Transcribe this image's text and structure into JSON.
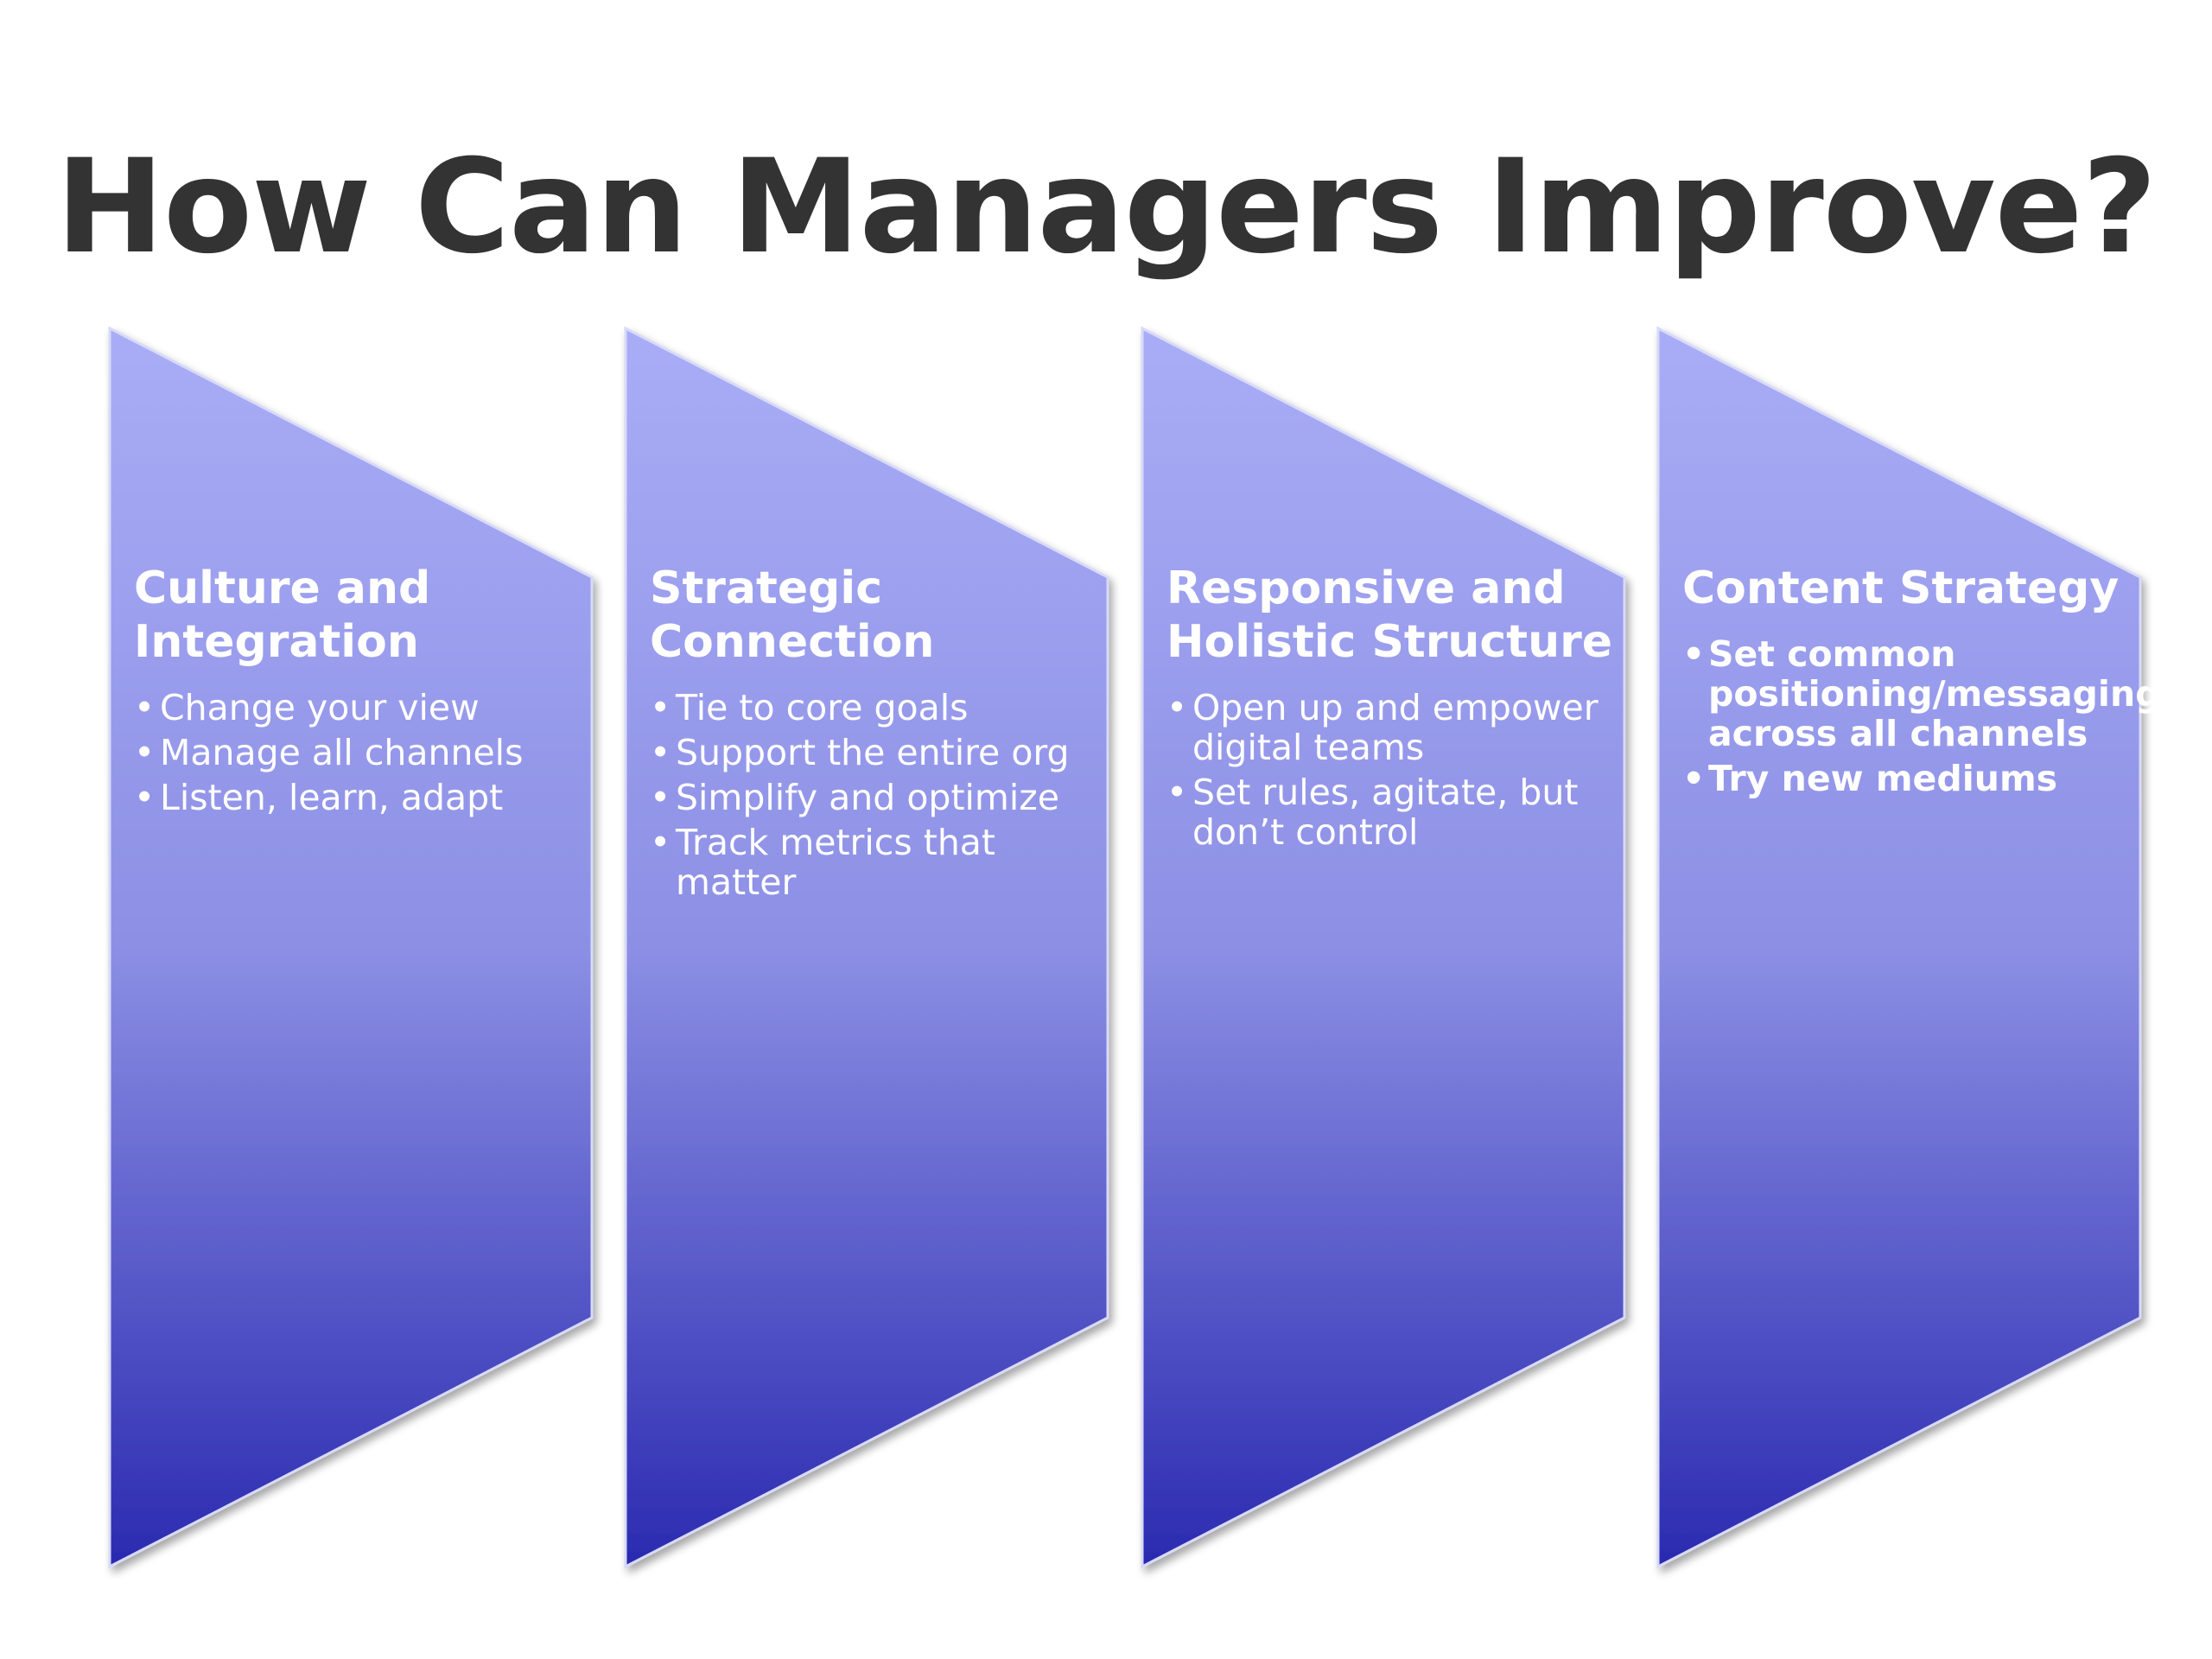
{
  "title": "How Can Managers Improve?",
  "colors": {
    "gradient_top": "#A9ADF6",
    "gradient_mid": "#8C8FE4",
    "gradient_bottom": "#2A2AB0",
    "text": "#FFFFFF",
    "title": "#333333"
  },
  "panels": [
    {
      "heading": "Culture and Integration",
      "bullets": [
        "Change your view",
        "Manage all channels",
        "Listen, learn, adapt"
      ]
    },
    {
      "heading": "Strategic Connection",
      "bullets": [
        "Tie to core goals",
        "Support the entire org",
        "Simplify and optimize",
        "Track metrics that matter"
      ]
    },
    {
      "heading": "Responsive and Holistic Structure",
      "bullets": [
        "Open up and empower digital teams",
        "Set rules, agitate, but don’t control"
      ]
    },
    {
      "heading": "Content Strategy",
      "bullets": [
        "Set common positioning/messaging across all channels",
        "Try new mediums"
      ]
    }
  ]
}
